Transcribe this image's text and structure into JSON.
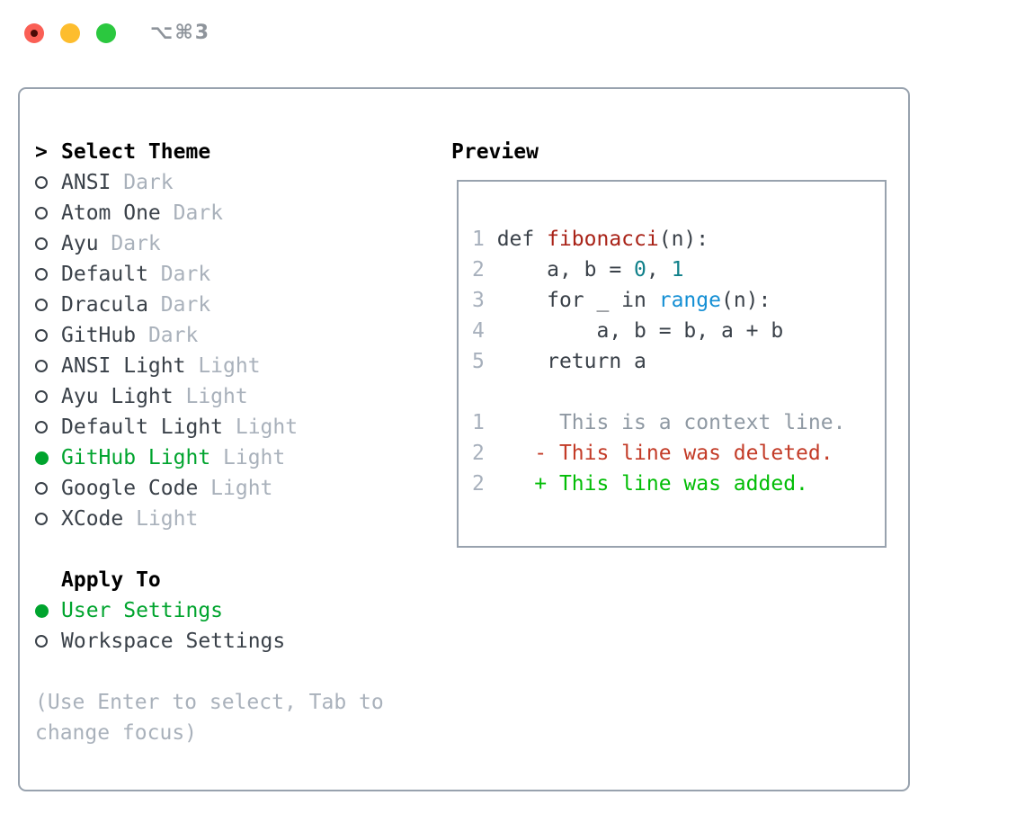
{
  "window": {
    "title": "⌥⌘3",
    "buttons": [
      "close",
      "minimize",
      "zoom"
    ]
  },
  "colors": {
    "text": "#3a4149",
    "muted": "#a9b1bb",
    "line_number": "#a7b0bc",
    "context": "#8f99a3",
    "func": "#a92318",
    "number": "#10808a",
    "builtin": "#148fd4",
    "deleted": "#c33b27",
    "added": "#02bd06",
    "selected": "#00a42e",
    "border": "#98a2ae",
    "title_gray": "#8e949b",
    "tl_red": "#fa5f55",
    "tl_red_dot": "#4a0b06",
    "tl_yellow": "#fdbd2e",
    "tl_green": "#2bc83f"
  },
  "left": {
    "prompt": ">",
    "header": "Select Theme",
    "themes": [
      {
        "name": "ANSI",
        "variant": "Dark",
        "selected": false
      },
      {
        "name": "Atom One",
        "variant": "Dark",
        "selected": false
      },
      {
        "name": "Ayu",
        "variant": "Dark",
        "selected": false
      },
      {
        "name": "Default",
        "variant": "Dark",
        "selected": false
      },
      {
        "name": "Dracula",
        "variant": "Dark",
        "selected": false
      },
      {
        "name": "GitHub",
        "variant": "Dark",
        "selected": false
      },
      {
        "name": "ANSI Light",
        "variant": "Light",
        "selected": false
      },
      {
        "name": "Ayu Light",
        "variant": "Light",
        "selected": false
      },
      {
        "name": "Default Light",
        "variant": "Light",
        "selected": false
      },
      {
        "name": "GitHub Light",
        "variant": "Light",
        "selected": true
      },
      {
        "name": "Google Code",
        "variant": "Light",
        "selected": false
      },
      {
        "name": "XCode",
        "variant": "Light",
        "selected": false
      }
    ],
    "apply_to": {
      "header": "Apply To",
      "options": [
        {
          "label": "User Settings",
          "selected": true
        },
        {
          "label": "Workspace Settings",
          "selected": false
        }
      ]
    },
    "hint_lines": [
      "(Use Enter to select, Tab to",
      "change focus)"
    ]
  },
  "preview": {
    "header": "Preview",
    "code_lines": [
      {
        "num": "1",
        "segments": [
          {
            "text": "def ",
            "color": "text"
          },
          {
            "text": "fibonacci",
            "color": "func"
          },
          {
            "text": "(n):",
            "color": "text"
          }
        ]
      },
      {
        "num": "2",
        "segments": [
          {
            "text": "    a, b = ",
            "color": "text"
          },
          {
            "text": "0",
            "color": "number"
          },
          {
            "text": ", ",
            "color": "text"
          },
          {
            "text": "1",
            "color": "number"
          }
        ]
      },
      {
        "num": "3",
        "segments": [
          {
            "text": "    for _ in ",
            "color": "text"
          },
          {
            "text": "range",
            "color": "builtin"
          },
          {
            "text": "(n):",
            "color": "text"
          }
        ]
      },
      {
        "num": "4",
        "segments": [
          {
            "text": "        a, b = b, a + b",
            "color": "text"
          }
        ]
      },
      {
        "num": "5",
        "segments": [
          {
            "text": "    return a",
            "color": "text"
          }
        ]
      },
      {
        "num": "",
        "segments": []
      },
      {
        "num": "1",
        "segments": [
          {
            "text": "     This is a context line.",
            "color": "context"
          }
        ]
      },
      {
        "num": "2",
        "segments": [
          {
            "text": "   - This line was deleted.",
            "color": "deleted"
          }
        ]
      },
      {
        "num": "2",
        "segments": [
          {
            "text": "   + This line was added.",
            "color": "added"
          }
        ]
      }
    ]
  }
}
